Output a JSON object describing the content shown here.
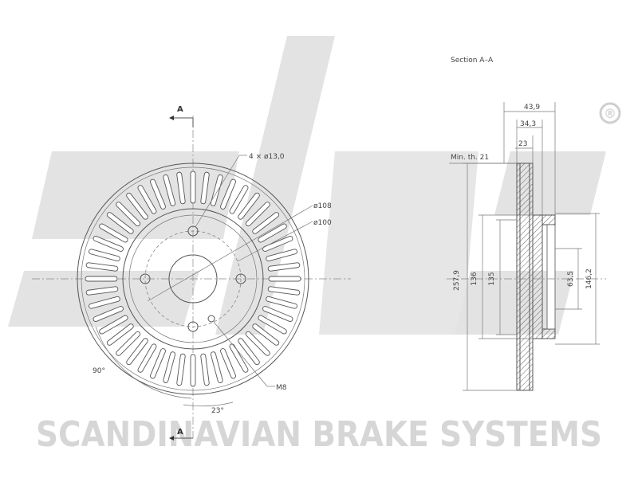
{
  "watermark": {
    "logo_text": "sbs",
    "registered_mark": "®",
    "company": "SCANDINAVIAN BRAKE SYSTEMS",
    "color": "#d6d6d6"
  },
  "front_view": {
    "section_marker_top": "A",
    "section_marker_bottom": "A",
    "labels": {
      "bolt_holes": "4 × ø13,0",
      "pcd": "ø108",
      "hub_bore": "ø100",
      "thread": "M8",
      "angle_90": "90°",
      "angle_23": "23°"
    },
    "vent_count": 48
  },
  "section_view": {
    "title": "Section A–A",
    "min_thickness": "Min. th. 21",
    "dims": {
      "total_height": "43,9",
      "hat_height": "34,3",
      "thickness": "23",
      "outer_diameter": "257,9",
      "d136": "136",
      "d135": "135",
      "centre_bore": "63,5",
      "d146": "146,2"
    }
  }
}
